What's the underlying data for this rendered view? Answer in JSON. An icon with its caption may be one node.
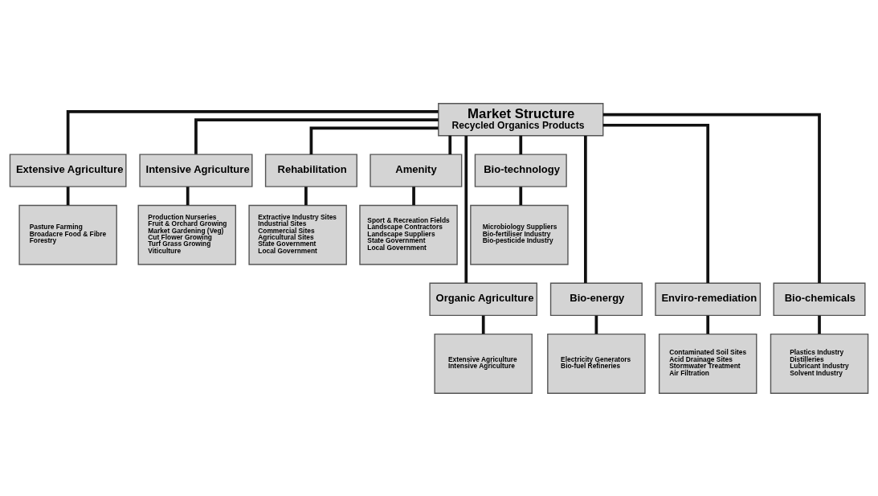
{
  "diagram": {
    "nodes": [
      {
        "text": [
          "Market Structure",
          "Recycled Organics Products"
        ]
      },
      {
        "text": [
          "Extensive Agriculture"
        ]
      },
      {
        "text": [
          "Pasture Farming",
          "Broadacre Food & Fibre",
          "Forestry"
        ]
      },
      {
        "text": [
          "Intensive Agriculture"
        ]
      },
      {
        "text": [
          "Production Nurseries",
          "Fruit & Orchard Growing",
          "Market Gardening (Veg)",
          "Cut Flower Growing",
          "Turf Grass Growing",
          "Viticulture"
        ]
      },
      {
        "text": [
          "Rehabilitation"
        ]
      },
      {
        "text": [
          "Extractive Industry Sites",
          "Industrial Sites",
          "Commercial Sites",
          "Agricultural Sites",
          "State Government",
          "Local Government"
        ]
      },
      {
        "text": [
          "Amenity"
        ]
      },
      {
        "text": [
          "Sport & Recreation Fields",
          "Landscape Contractors",
          "Landscape Suppliers",
          "State Government",
          "Local Government"
        ]
      },
      {
        "text": [
          "Bio-technology"
        ]
      },
      {
        "text": [
          "Microbiology Suppliers",
          "Bio-fertiliser Industry",
          "Bio-pesticide Industry"
        ]
      },
      {
        "text": [
          "Organic Agriculture"
        ]
      },
      {
        "text": [
          "Extensive Agriculture",
          "Intensive Agriculture"
        ]
      },
      {
        "text": [
          "Bio-energy"
        ]
      },
      {
        "text": [
          "Electricity Generators",
          "Bio-fuel Refineries"
        ]
      },
      {
        "text": [
          "Enviro-remediation"
        ]
      },
      {
        "text": [
          "Contaminated Soil Sites",
          "Acid Drainage Sites",
          "Stormwater Treatment",
          "Air Filtration"
        ]
      },
      {
        "text": [
          "Bio-chemicals"
        ]
      },
      {
        "text": [
          "Plastics Industry",
          "Distilleries",
          "Lubricant Industry",
          "Solvent Industry"
        ]
      }
    ],
    "edges": [
      {
        "from": 0,
        "to": 1,
        "arrow": "none"
      },
      {
        "from": 0,
        "to": 11,
        "arrow": "none"
      },
      {
        "from": 0,
        "to": 3,
        "arrow": "none"
      },
      {
        "from": 0,
        "to": 13,
        "arrow": "none"
      },
      {
        "from": 0,
        "to": 5,
        "arrow": "none"
      },
      {
        "from": 0,
        "to": 15,
        "arrow": "none"
      },
      {
        "from": 0,
        "to": 7,
        "arrow": "none"
      },
      {
        "from": 0,
        "to": 17,
        "arrow": "none"
      },
      {
        "from": 0,
        "to": 9,
        "arrow": "none"
      },
      {
        "from": 1,
        "to": 2,
        "arrow": "none"
      },
      {
        "from": 3,
        "to": 4,
        "arrow": "none"
      },
      {
        "from": 5,
        "to": 6,
        "arrow": "none"
      },
      {
        "from": 7,
        "to": 8,
        "arrow": "none"
      },
      {
        "from": 9,
        "to": 10,
        "arrow": "none"
      },
      {
        "from": 11,
        "to": 12,
        "arrow": "none"
      },
      {
        "from": 13,
        "to": 14,
        "arrow": "none"
      },
      {
        "from": 15,
        "to": 16,
        "arrow": "none"
      },
      {
        "from": 17,
        "to": 18,
        "arrow": "none"
      }
    ]
  }
}
